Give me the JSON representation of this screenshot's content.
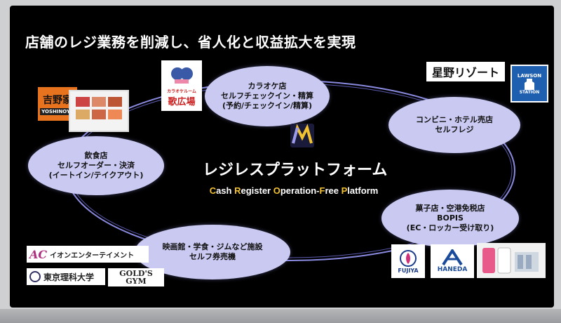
{
  "slide": {
    "title": "店舗のレジ業務を削減し、省人化と収益拡大を実現",
    "platform_name": "レジレスプラットフォーム",
    "tagline": {
      "c1": "C",
      "t1": "ash ",
      "c2": "R",
      "t2": "egister ",
      "c3": "O",
      "t3": "peration-",
      "c4": "F",
      "t4": "ree ",
      "c5": "P",
      "t5": "latform"
    }
  },
  "bubbles": {
    "karaoke": {
      "line1": "カラオケ店",
      "line2": "セルフチェックイン・精算",
      "line3": "(予約/チェックイン/精算)"
    },
    "conveni": {
      "line1": "コンビニ・ホテル売店",
      "line2": "セルフレジ"
    },
    "restaurant": {
      "line1": "飲食店",
      "line2": "セルフオーダー・決済",
      "line3": "(イートイン/テイクアウト)"
    },
    "sweets": {
      "line1": "菓子店・空港免税店",
      "line2": "BOPIS",
      "line3": "(EC・ロッカー受け取り)"
    },
    "cinema": {
      "line1": "映画館・学食・ジムなど施設",
      "line2": "セルフ券売機"
    }
  },
  "logos": {
    "yoshinoya_jp": "吉野家",
    "yoshinoya_en": "YOSHINOYA",
    "utahiroba_small": "カラオケルーム",
    "utahiroba": "歌広場",
    "hoshino": "星野リゾート",
    "lawson_top": "LAWSON",
    "lawson_bottom": "STATION",
    "aeon": "イオンエンターテイメント",
    "tus": "東京理科大学",
    "golds_1": "GOLD'S",
    "golds_2": "GYM",
    "fujiya": "FUJIYA",
    "haneda": "HANEDA"
  },
  "colors": {
    "background": "#000000",
    "bubble": "#c9c9f2",
    "ring": "#8a8ae0",
    "accent": "#f2c230"
  }
}
